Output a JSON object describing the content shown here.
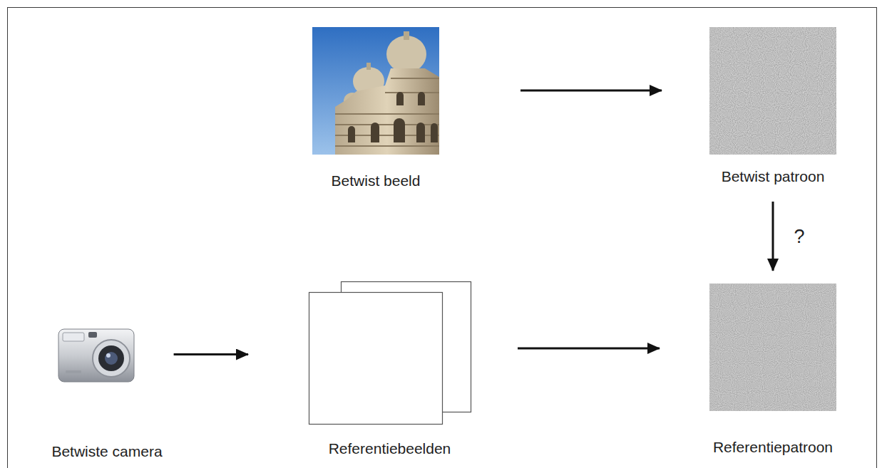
{
  "diagram": {
    "nodes": [
      {
        "text": [
          "Betwist beeld"
        ]
      },
      {
        "text": [
          "Betwist patroon"
        ]
      },
      {
        "text": [
          "Betwiste camera"
        ]
      },
      {
        "text": [
          "Referentiebeelden"
        ]
      },
      {
        "text": [
          "Referentiepatroon"
        ]
      }
    ],
    "edges": [
      {
        "from": 0,
        "to": 1,
        "arrow": "to"
      },
      {
        "from": 1,
        "to": 4,
        "arrow": "to",
        "label": "?"
      },
      {
        "from": 2,
        "to": 3,
        "arrow": "to"
      },
      {
        "from": 3,
        "to": 4,
        "arrow": "to"
      }
    ]
  }
}
